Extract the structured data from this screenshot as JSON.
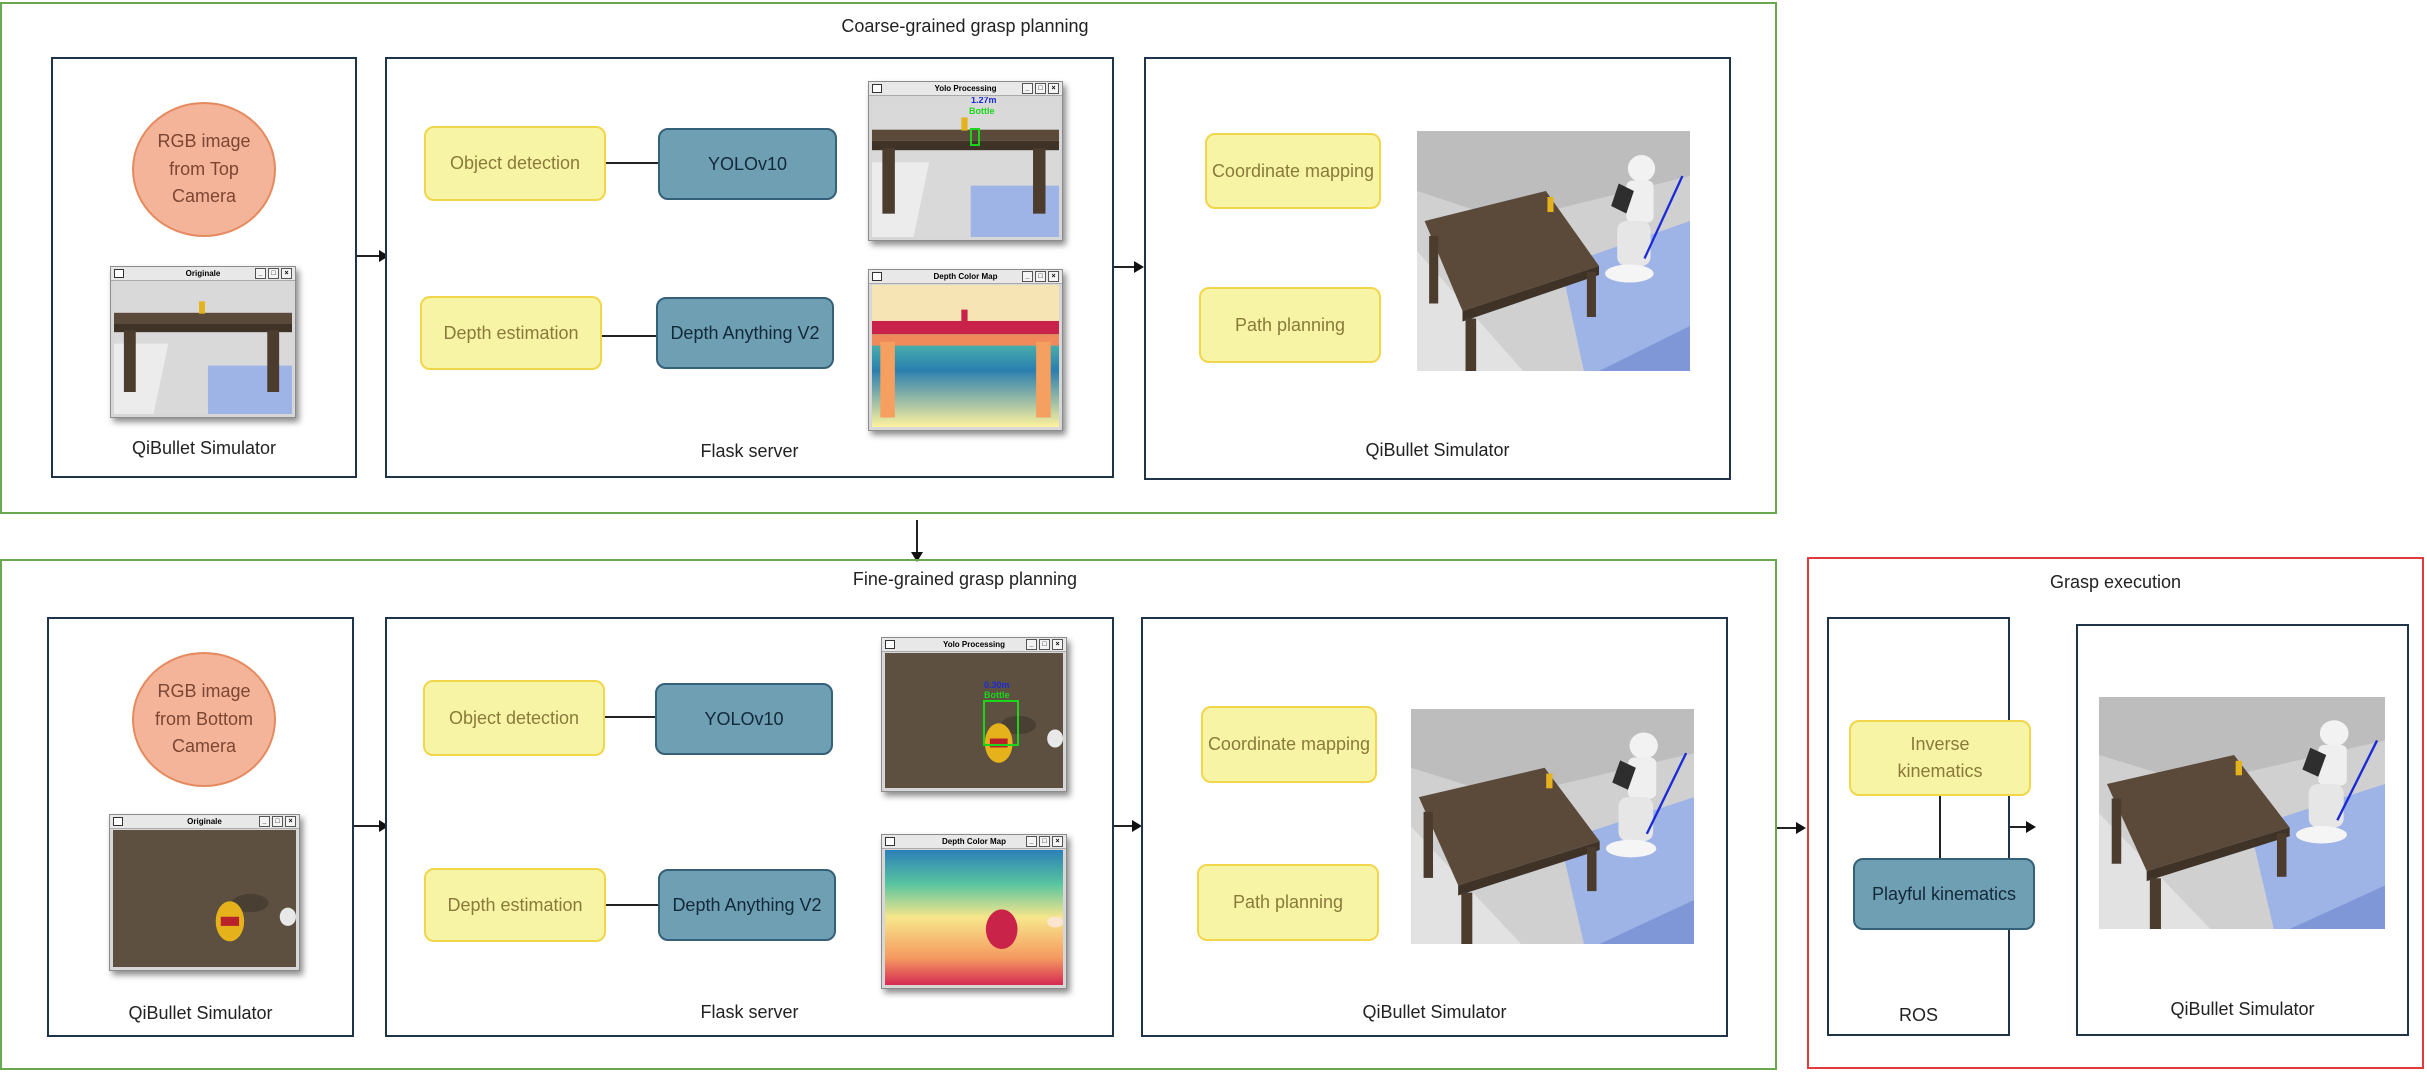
{
  "colors": {
    "stage_border": "#6aa84f",
    "execution_border": "#e03c3c",
    "panel_border": "#1f3349",
    "process_node_fill": "#f8f4a6",
    "model_node_fill": "#6f9fb3",
    "input_circle_fill": "#f4b49a"
  },
  "coarse": {
    "title": "Coarse-grained grasp planning",
    "input": {
      "circle_label": "RGB image from Top Camera",
      "window_title": "Originale",
      "caption": "QiBullet Simulator"
    },
    "server": {
      "detection_label": "Object detection",
      "detection_model": "YOLOv10",
      "depth_label": "Depth estimation",
      "depth_model": "Depth Anything V2",
      "yolo_window_title": "Yolo Processing",
      "yolo_distance": "1.27m",
      "yolo_class": "Bottle",
      "depth_window_title": "Depth Color Map",
      "caption": "Flask server"
    },
    "sim": {
      "coordinate_label": "Coordinate mapping",
      "path_label": "Path planning",
      "caption": "QiBullet Simulator"
    }
  },
  "fine": {
    "title": "Fine-grained grasp planning",
    "input": {
      "circle_label": "RGB image from Bottom Camera",
      "window_title": "Originale",
      "caption": "QiBullet Simulator"
    },
    "server": {
      "detection_label": "Object detection",
      "detection_model": "YOLOv10",
      "depth_label": "Depth estimation",
      "depth_model": "Depth Anything V2",
      "yolo_window_title": "Yolo Processing",
      "yolo_distance": "0.30m",
      "yolo_class": "Bottle",
      "depth_window_title": "Depth Color Map",
      "caption": "Flask server"
    },
    "sim": {
      "coordinate_label": "Coordinate mapping",
      "path_label": "Path planning",
      "caption": "QiBullet Simulator"
    }
  },
  "execution": {
    "title": "Grasp execution",
    "ros": {
      "ik_label": "Inverse kinematics",
      "model_label": "Playful kinematics",
      "caption": "ROS"
    },
    "sim": {
      "caption": "QiBullet Simulator"
    }
  },
  "window_buttons": [
    "_",
    "□",
    "×"
  ]
}
